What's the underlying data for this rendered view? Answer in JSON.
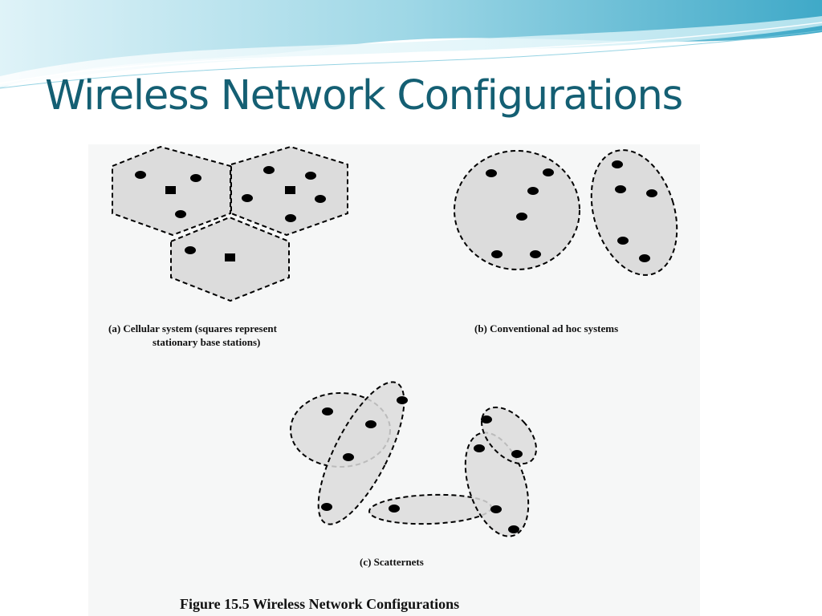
{
  "slide": {
    "title": "Wireless Network Configurations"
  },
  "figure": {
    "caption_a_line1": "(a) Cellular system (squares represent",
    "caption_a_line2": "stationary base stations)",
    "caption_b": "(b) Conventional ad hoc systems",
    "caption_c": "(c) Scatternets",
    "figure_title": "Figure 15.5  Wireless Network Configurations"
  },
  "colors": {
    "title": "#145f73",
    "region_fill": "#dcdcdc",
    "node": "#000000",
    "wave_light": "#bfe6f0",
    "wave_mid": "#4fb3cf"
  }
}
